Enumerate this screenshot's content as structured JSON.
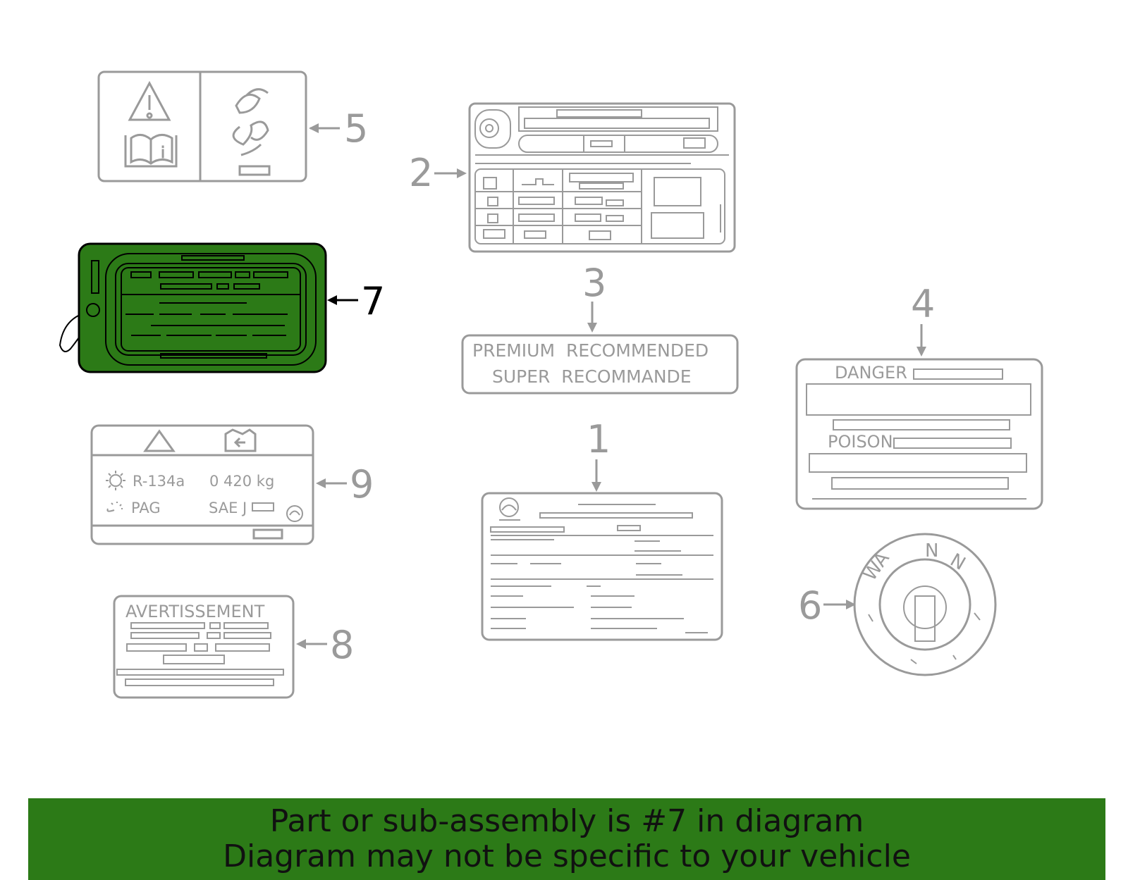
{
  "diagram": {
    "callouts": {
      "c1": "1",
      "c2": "2",
      "c3": "3",
      "c4": "4",
      "c5": "5",
      "c6": "6",
      "c7": "7",
      "c8": "8",
      "c9": "9"
    },
    "highlighted_part": "7",
    "highlight_color": "#2c7a17",
    "line_color": "#9a9a9a",
    "label3": {
      "line1": "PREMIUM  RECOMMENDED",
      "line2": "SUPER  RECOMMANDE"
    },
    "label4": {
      "danger": "DANGER",
      "poison": "POISON"
    },
    "label8": {
      "title": "AVERTISSEMENT"
    },
    "label9": {
      "refrigerant": "R-134a",
      "charge": "0 420 kg",
      "oil": "PAG",
      "sae": "SAE J"
    },
    "label6": {
      "t1": "N",
      "t2": "N",
      "t3": "WA"
    }
  },
  "banner": {
    "line1": "Part or sub-assembly is #7 in diagram",
    "line2": "Diagram may not be specific to your vehicle",
    "color": "#2c7a17"
  }
}
